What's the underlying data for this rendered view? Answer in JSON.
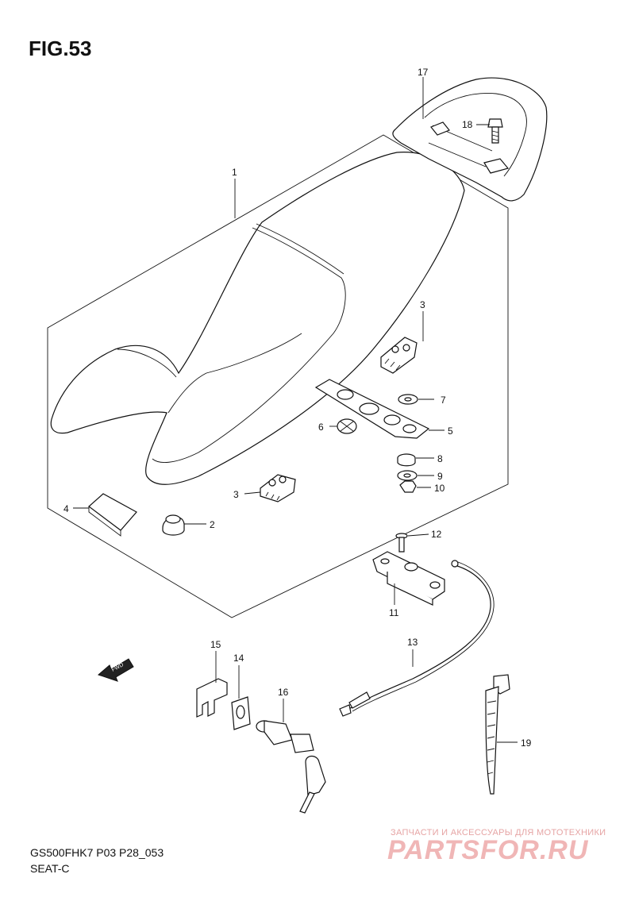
{
  "figure": {
    "title": "FIG.53",
    "model_code": "GS500FHK7 P03 P28_053",
    "section": "SEAT-C"
  },
  "fwd_label": "FWD",
  "callouts": [
    {
      "id": "c1",
      "label": "1"
    },
    {
      "id": "c2",
      "label": "2"
    },
    {
      "id": "c3a",
      "label": "3"
    },
    {
      "id": "c3b",
      "label": "3"
    },
    {
      "id": "c4",
      "label": "4"
    },
    {
      "id": "c5",
      "label": "5"
    },
    {
      "id": "c6",
      "label": "6"
    },
    {
      "id": "c7",
      "label": "7"
    },
    {
      "id": "c8",
      "label": "8"
    },
    {
      "id": "c9",
      "label": "9"
    },
    {
      "id": "c10",
      "label": "10"
    },
    {
      "id": "c11",
      "label": "11"
    },
    {
      "id": "c12",
      "label": "12"
    },
    {
      "id": "c13",
      "label": "13"
    },
    {
      "id": "c14",
      "label": "14"
    },
    {
      "id": "c15",
      "label": "15"
    },
    {
      "id": "c16",
      "label": "16"
    },
    {
      "id": "c17",
      "label": "17"
    },
    {
      "id": "c18",
      "label": "18"
    },
    {
      "id": "c19",
      "label": "19"
    }
  ],
  "watermark": {
    "tagline": "ЗАПЧАСТИ И АКСЕССУАРЫ ДЛЯ МОТОТЕХНИКИ",
    "brand": "PARTSFOR.RU"
  }
}
